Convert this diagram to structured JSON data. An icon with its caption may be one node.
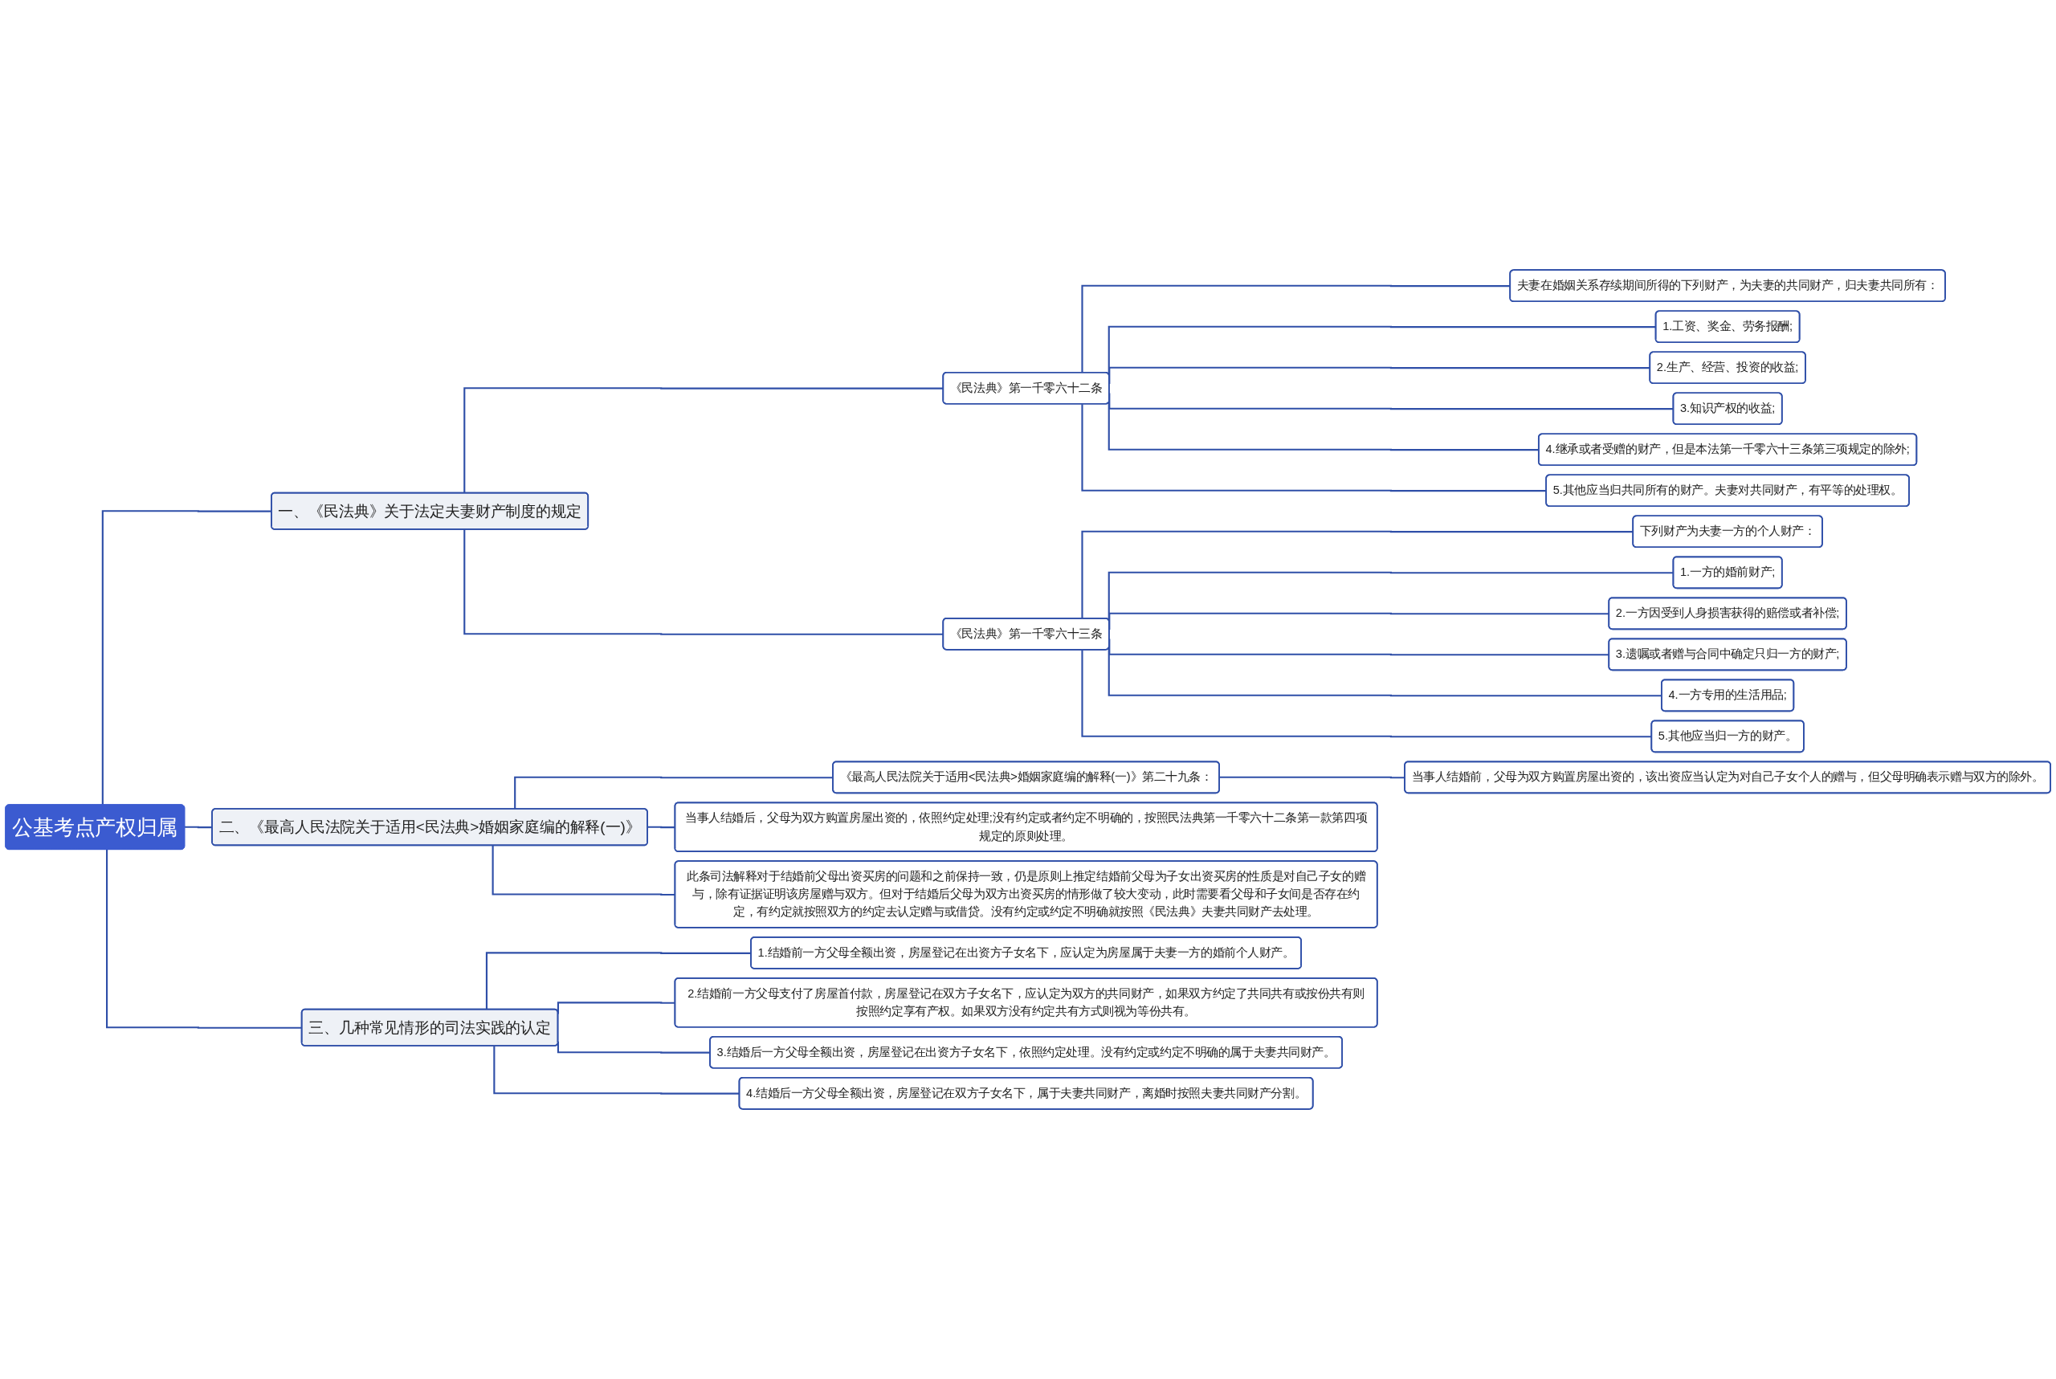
{
  "diagram": {
    "nodes": [
      {
        "text": [
          "公基考点产权归属"
        ]
      },
      {
        "text": [
          "一、《民法典》关于法定夫妻财产制度的规定"
        ]
      },
      {
        "text": [
          "《民法典》第一千零六十二条"
        ]
      },
      {
        "text": [
          "夫妻在婚姻关系存续期间所得的下列财产，为夫妻的共同财产，归夫妻共同所有："
        ]
      },
      {
        "text": [
          "1.工资、奖金、劳务报酬;"
        ]
      },
      {
        "text": [
          "2.生产、经营、投资的收益;"
        ]
      },
      {
        "text": [
          "3.知识产权的收益;"
        ]
      },
      {
        "text": [
          "4.继承或者受赠的财产，但是本法第一千零六十三条第三项规定的除外;"
        ]
      },
      {
        "text": [
          "5.其他应当归共同所有的财产。夫妻对共同财产，有平等的处理权。"
        ]
      },
      {
        "text": [
          "《民法典》第一千零六十三条"
        ]
      },
      {
        "text": [
          "下列财产为夫妻一方的个人财产："
        ]
      },
      {
        "text": [
          "1.一方的婚前财产;"
        ]
      },
      {
        "text": [
          "2.一方因受到人身损害获得的赔偿或者补偿;"
        ]
      },
      {
        "text": [
          "3.遗嘱或者赠与合同中确定只归一方的财产;"
        ]
      },
      {
        "text": [
          "4.一方专用的生活用品;"
        ]
      },
      {
        "text": [
          "5.其他应当归一方的财产。"
        ]
      },
      {
        "text": [
          "二、《最高人民法院关于适用<民法典>婚姻家庭编的解释(一)》"
        ]
      },
      {
        "text": [
          "《最高人民法院关于适用<民法典>婚姻家庭编的解释(一)》第二十九条："
        ]
      },
      {
        "text": [
          "当事人结婚前，父母为双方购置房屋出资的，该出资应当认定为对自己子女个人的赠与，但父母明确表示赠与双方的除外。"
        ]
      },
      {
        "text": [
          "当事人结婚后，父母为双方购置房屋出资的，依照约定处理;没有约定或者约定不明确的，按照民法典第一千零六十二条第一款第四项规定的原则处理。"
        ]
      },
      {
        "text": [
          "此条司法解释对于结婚前父母出资买房的问题和之前保持一致，仍是原则上推定结婚前父母为子女出资买房的性质是对自己子女的赠与，除有证据证明该房屋赠与双方。但对于结婚后父母为双方出资买房的情形做了较大变动，此时需要看父母和子女间是否存在约定，有约定就按照双方的约定去认定赠与或借贷。没有约定或约定不明确就按照《民法典》夫妻共同财产去处理。"
        ]
      },
      {
        "text": [
          "三、几种常见情形的司法实践的认定"
        ]
      },
      {
        "text": [
          "1.结婚前一方父母全额出资，房屋登记在出资方子女名下，应认定为房屋属于夫妻一方的婚前个人财产。"
        ]
      },
      {
        "text": [
          "2.结婚前一方父母支付了房屋首付款，房屋登记在双方子女名下，应认定为双方的共同财产，如果双方约定了共同共有或按份共有则按照约定享有产权。如果双方没有约定共有方式则视为等份共有。"
        ]
      },
      {
        "text": [
          "3.结婚后一方父母全额出资，房屋登记在出资方子女名下，依照约定处理。没有约定或约定不明确的属于夫妻共同财产。"
        ]
      },
      {
        "text": [
          "4.结婚后一方父母全额出资，房屋登记在双方子女名下，属于夫妻共同财产，离婚时按照夫妻共同财产分割。"
        ]
      }
    ],
    "edges": [
      {
        "from": 0,
        "to": 1,
        "arrow": "none"
      },
      {
        "from": 1,
        "to": 2,
        "arrow": "none"
      },
      {
        "from": 2,
        "to": 3,
        "arrow": "none"
      },
      {
        "from": 2,
        "to": 4,
        "arrow": "none"
      },
      {
        "from": 2,
        "to": 5,
        "arrow": "none"
      },
      {
        "from": 2,
        "to": 6,
        "arrow": "none"
      },
      {
        "from": 2,
        "to": 7,
        "arrow": "none"
      },
      {
        "from": 2,
        "to": 8,
        "arrow": "none"
      },
      {
        "from": 1,
        "to": 9,
        "arrow": "none"
      },
      {
        "from": 9,
        "to": 10,
        "arrow": "none"
      },
      {
        "from": 9,
        "to": 11,
        "arrow": "none"
      },
      {
        "from": 9,
        "to": 12,
        "arrow": "none"
      },
      {
        "from": 9,
        "to": 13,
        "arrow": "none"
      },
      {
        "from": 9,
        "to": 14,
        "arrow": "none"
      },
      {
        "from": 9,
        "to": 15,
        "arrow": "none"
      },
      {
        "from": 0,
        "to": 16,
        "arrow": "none"
      },
      {
        "from": 16,
        "to": 17,
        "arrow": "none"
      },
      {
        "from": 17,
        "to": 18,
        "arrow": "none"
      },
      {
        "from": 16,
        "to": 19,
        "arrow": "none"
      },
      {
        "from": 16,
        "to": 20,
        "arrow": "none"
      },
      {
        "from": 0,
        "to": 21,
        "arrow": "none"
      },
      {
        "from": 21,
        "to": 22,
        "arrow": "none"
      },
      {
        "from": 21,
        "to": 23,
        "arrow": "none"
      },
      {
        "from": 21,
        "to": 24,
        "arrow": "none"
      },
      {
        "from": 21,
        "to": 25,
        "arrow": "none"
      }
    ]
  }
}
